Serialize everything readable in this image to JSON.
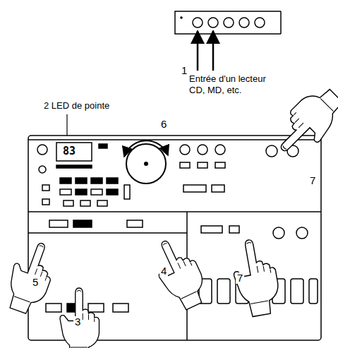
{
  "diagram": {
    "labels": [
      "1",
      "Entrée d'un lecteur CD, MD, etc.",
      "2 LED de pointe",
      "83",
      "6",
      "7",
      "5",
      "4",
      "3",
      "7"
    ]
  }
}
